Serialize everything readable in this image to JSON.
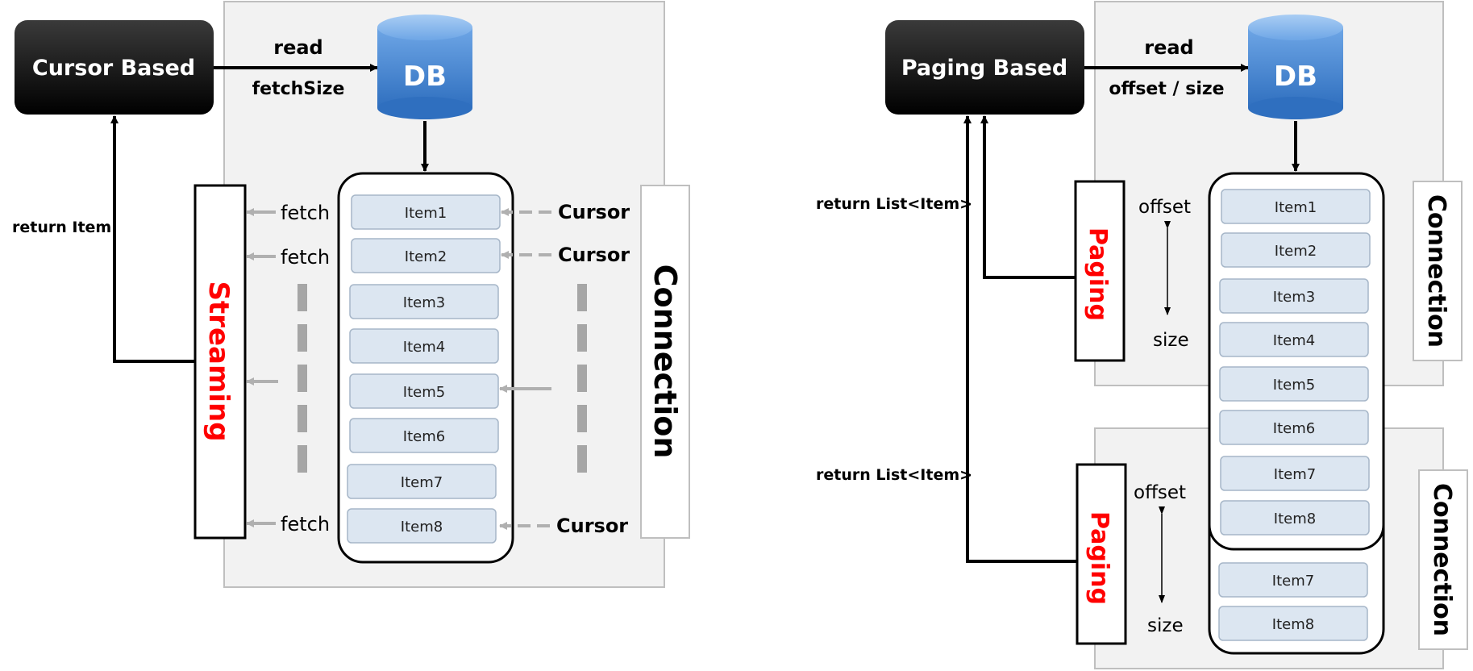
{
  "cursor": {
    "title": "Cursor Based",
    "read_label": "read",
    "fetchsize_label": "fetchSize",
    "db_label": "DB",
    "return_label": "return Item",
    "streaming_label": "Streaming",
    "connection_label": "Connection",
    "fetch_label": "fetch",
    "cursor_label": "Cursor",
    "items": [
      "Item1",
      "Item2",
      "Item3",
      "Item4",
      "Item5",
      "Item6",
      "Item7",
      "Item8"
    ]
  },
  "paging": {
    "title": "Paging Based",
    "read_label": "read",
    "offset_size_label": "offset / size",
    "db_label": "DB",
    "return_label": "return List<Item>",
    "paging_label": "Paging",
    "connection_label": "Connection",
    "offset_label": "offset",
    "size_label": "size",
    "items": [
      "Item1",
      "Item2",
      "Item3",
      "Item4",
      "Item5",
      "Item6",
      "Item7",
      "Item8"
    ],
    "extra_items": [
      "Item7",
      "Item8"
    ]
  },
  "colors": {
    "accent_red": "#ff0000",
    "item_fill": "#dce6f1",
    "panel_fill": "#f2f2f2",
    "db_blue": "#3d7fc9"
  }
}
